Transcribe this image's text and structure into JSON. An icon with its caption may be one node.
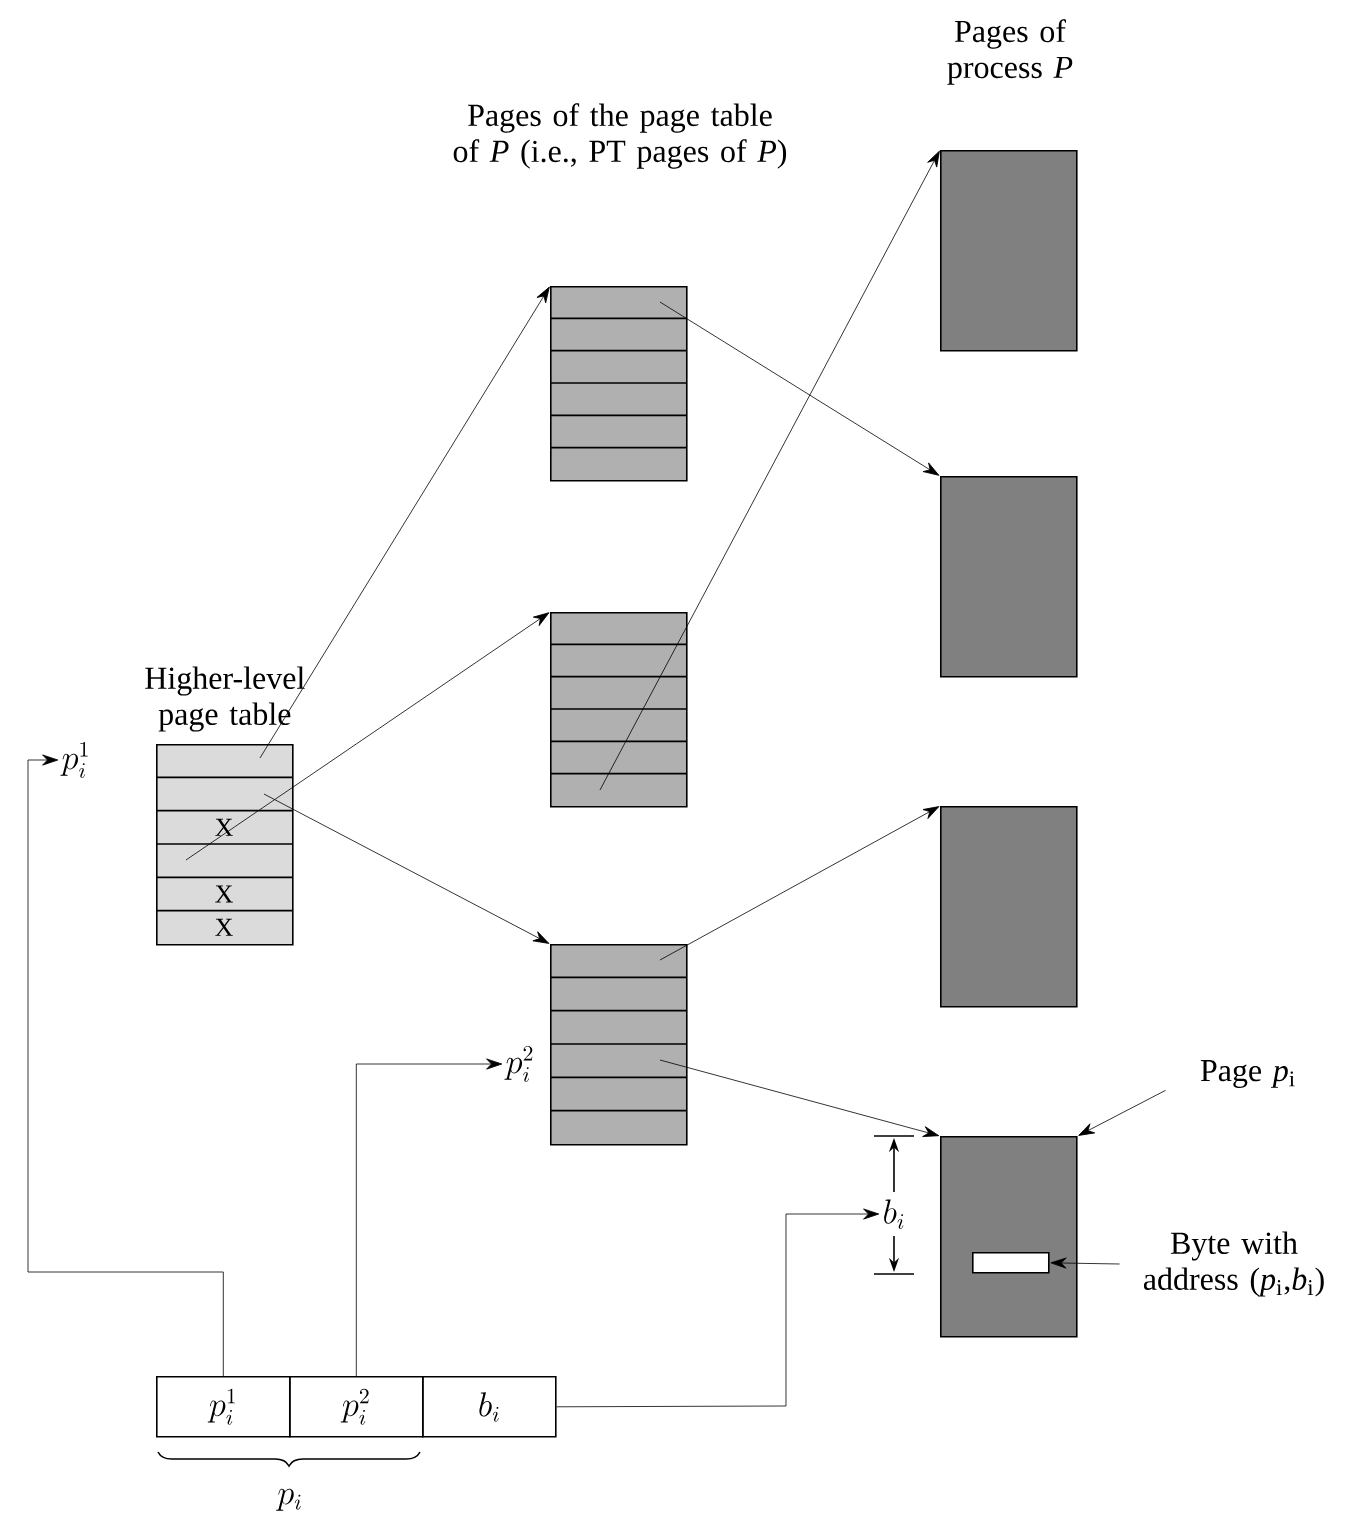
{
  "diagram": {
    "nodes": [
      {
        "text": [
          "Higher-level page table",
          "X",
          "X",
          "X"
        ]
      },
      {
        "text": [],
        "shape": "box"
      },
      {
        "text": [],
        "shape": "box"
      },
      {
        "text": [],
        "shape": "box"
      },
      {
        "text": [],
        "shape": "box"
      },
      {
        "text": [],
        "shape": "box"
      },
      {
        "text": [],
        "shape": "box"
      },
      {
        "text": [],
        "shape": "box"
      },
      {
        "text": [],
        "shape": "box",
        "in": 7
      },
      {
        "text": [
          "p_i^1"
        ]
      },
      {
        "text": [
          "p_i^2"
        ]
      },
      {
        "text": [
          "b_i"
        ]
      },
      {
        "text": [
          "p_i^1"
        ]
      },
      {
        "text": [
          "p_i^2"
        ]
      },
      {
        "text": [
          "b_i"
        ]
      },
      {
        "text": [
          "Page *p*$_{i}$"
        ]
      },
      {
        "text": [
          "Byte with address (*p*$_{i}$,*b*$_{i}$)"
        ]
      }
    ],
    "edges": [
      {
        "from": 0,
        "to": 1,
        "arrow": "to"
      },
      {
        "from": 0,
        "to": 2,
        "arrow": "to"
      },
      {
        "from": 0,
        "to": 3,
        "arrow": "to"
      },
      {
        "from": 1,
        "to": 5,
        "arrow": "to"
      },
      {
        "from": 2,
        "to": 4,
        "arrow": "to"
      },
      {
        "from": 3,
        "to": 6,
        "arrow": "to"
      },
      {
        "from": 3,
        "to": 7,
        "arrow": "to"
      },
      {
        "from": 9,
        "to": 12,
        "arrow": "to"
      },
      {
        "from": 10,
        "to": 13,
        "arrow": "to"
      },
      {
        "from": 11,
        "to": 14,
        "arrow": "to"
      },
      {
        "from": 15,
        "to": 7,
        "arrow": "to"
      },
      {
        "from": 16,
        "to": 8,
        "arrow": "to"
      }
    ],
    "labels": [
      "Pages of the page table of *P* (i.e., PT pages of *P*)",
      "Pages of process *P*",
      "p_i"
    ]
  }
}
